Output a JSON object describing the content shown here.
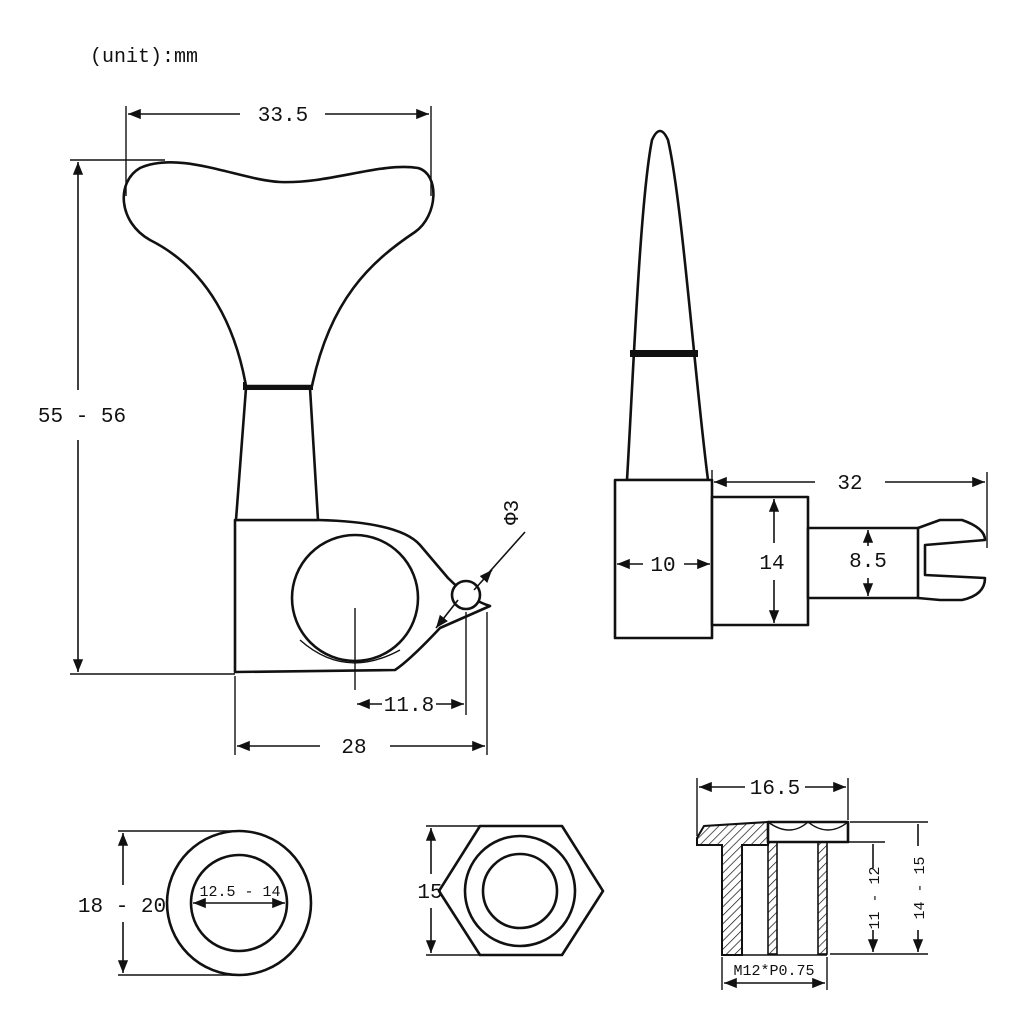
{
  "unit_note": "(unit):mm",
  "tuner_front": {
    "key_width": "33.5",
    "overall_height": "55 - 56",
    "hole_diameter": "Φ3",
    "post_to_hole": "11.8",
    "base_width": "28"
  },
  "tuner_side": {
    "shaft_length": "32",
    "housing_width": "10",
    "bushing_height": "14",
    "post_diameter": "8.5"
  },
  "washer": {
    "outer_diameter": "18 - 20",
    "inner_diameter": "12.5 - 14"
  },
  "hex_nut": {
    "width": "15"
  },
  "bushing": {
    "flange_width": "16.5",
    "inner_height": "11 - 12",
    "total_height": "14 - 15",
    "thread": "M12*P0.75"
  }
}
